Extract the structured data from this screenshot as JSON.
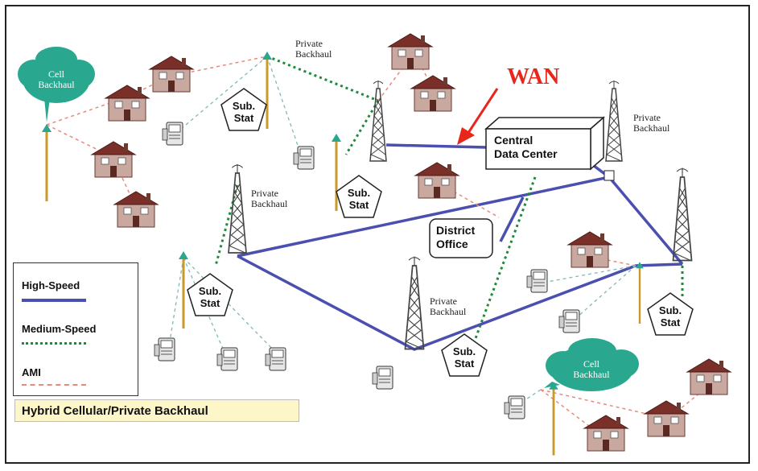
{
  "title": "WAN",
  "central": {
    "line1": "Central",
    "line2": "Data Center"
  },
  "district": {
    "line1": "District",
    "line2": "Office"
  },
  "private_backhaul": {
    "line1": "Private",
    "line2": "Backhaul"
  },
  "cell_backhaul": {
    "line1": "Cell",
    "line2": "Backhaul"
  },
  "substation": {
    "line1": "Sub.",
    "line2": "Stat"
  },
  "legend": {
    "high_speed": "High-Speed",
    "medium_speed": "Medium-Speed",
    "ami": "AMI"
  },
  "caption": "Hybrid Cellular/Private Backhaul",
  "colors": {
    "high_speed": "#4a4fb0",
    "medium_speed": "#1f8a3a",
    "ami": "#e88a7a",
    "ami_light": "#7fb8b8",
    "wan": "#e8261c",
    "cloud": "#2aa88f",
    "pole": "#c89a2a",
    "caption_bg": "#fdf6c8"
  },
  "icons": [
    "house-icon",
    "meter-icon",
    "tower-icon",
    "pole-icon",
    "cloud-icon",
    "substation-icon"
  ]
}
